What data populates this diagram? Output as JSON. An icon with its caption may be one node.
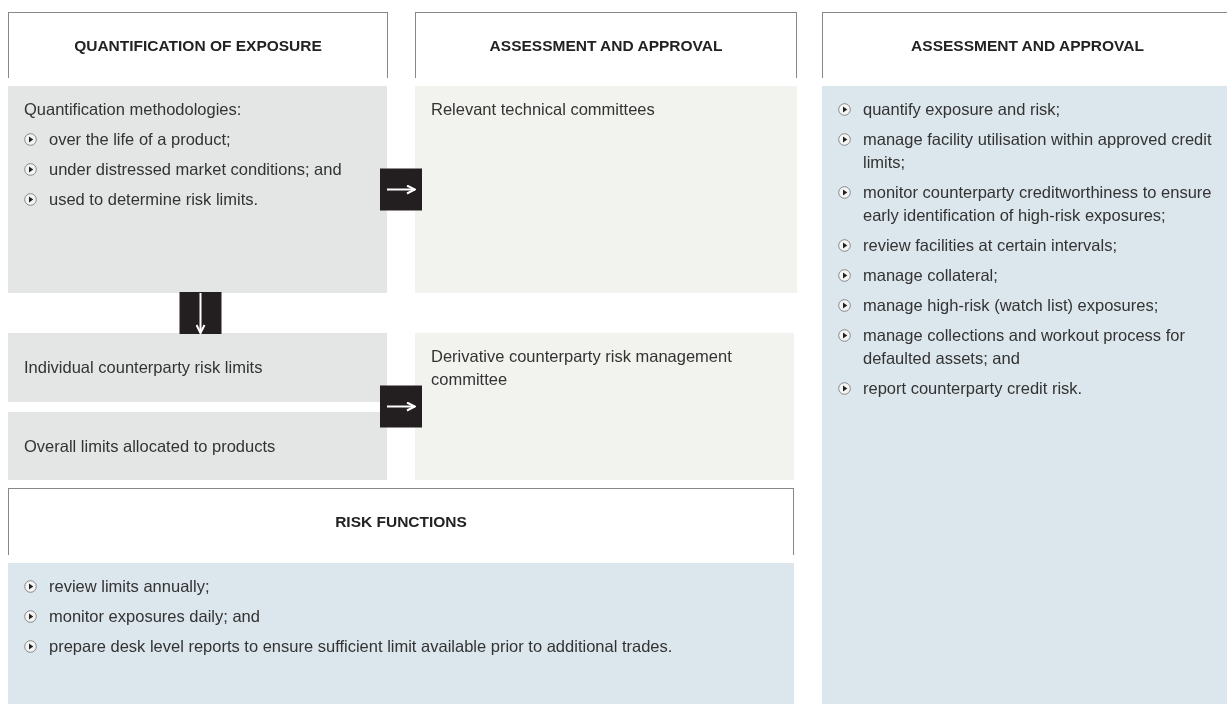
{
  "diagram": {
    "nodes": [
      {
        "text": [
          "QUANTIFICATION OF EXPOSURE"
        ]
      },
      {
        "text": [
          "ASSESSMENT AND APPROVAL"
        ]
      },
      {
        "text": [
          "ASSESSMENT AND APPROVAL"
        ]
      },
      {
        "text": [
          "Quantification methodologies:",
          "over the life of a product;",
          "under distressed market conditions; and",
          "used to determine risk limits."
        ]
      },
      {
        "text": [
          "Relevant technical committees"
        ]
      },
      {
        "text": [
          "quantify exposure and risk;",
          "manage facility utilisation within approved credit limits;",
          "monitor counterparty creditworthiness to ensure early identification of high-risk exposures;",
          "review facilities at certain intervals;",
          "manage collateral;",
          "manage high-risk (watch list) exposures;",
          "manage collections and workout process for defaulted assets; and",
          "report counterparty credit risk."
        ]
      },
      {
        "text": [
          "Individual counterparty risk limits"
        ]
      },
      {
        "text": [
          "Overall limits allocated to products"
        ]
      },
      {
        "text": [
          "Derivative counterparty risk management committee"
        ]
      },
      {
        "text": [
          "RISK FUNCTIONS"
        ]
      },
      {
        "text": [
          "review limits annually;",
          "monitor exposures daily; and",
          "prepare desk level reports to ensure sufficient limit available prior to additional trades."
        ]
      }
    ],
    "edges": [
      {
        "from": 3,
        "to": 4,
        "arrow": "to"
      },
      {
        "from": 3,
        "to": 6,
        "arrow": "to"
      },
      {
        "from": 6,
        "to": 8,
        "arrow": "to"
      },
      {
        "from": 7,
        "to": 8,
        "arrow": "to"
      }
    ]
  }
}
